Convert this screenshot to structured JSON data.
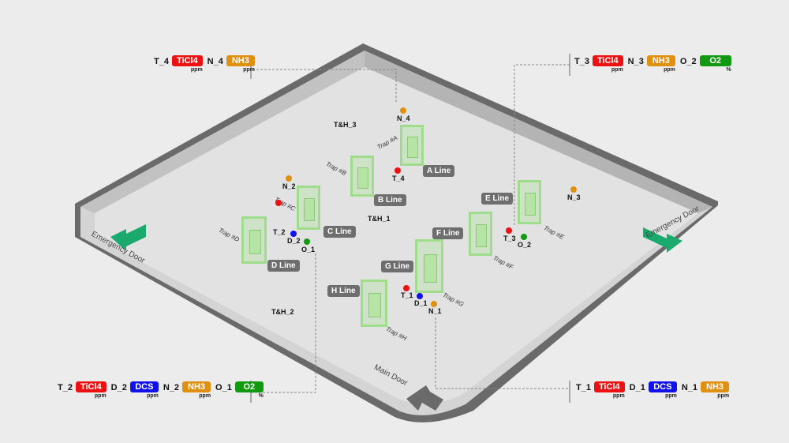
{
  "colors": {
    "TiCl4": "#ee1111",
    "DCS": "#1111ee",
    "NH3": "#e09010",
    "O2": "#119911",
    "line_label": "#6e6e6e",
    "machine": "#9fdc8c",
    "arrow": "#1aaa6e"
  },
  "panels": {
    "top_left": [
      {
        "id": "T_4",
        "gas": "TiCl4",
        "unit": "ppm"
      },
      {
        "id": "N_4",
        "gas": "NH3",
        "unit": "ppm"
      }
    ],
    "top_right": [
      {
        "id": "T_3",
        "gas": "TiCl4",
        "unit": "ppm"
      },
      {
        "id": "N_3",
        "gas": "NH3",
        "unit": "ppm"
      },
      {
        "id": "O_2",
        "gas": "O2",
        "unit": "%"
      }
    ],
    "bottom_left": [
      {
        "id": "T_2",
        "gas": "TiCl4",
        "unit": "ppm"
      },
      {
        "id": "D_2",
        "gas": "DCS",
        "unit": "ppm"
      },
      {
        "id": "N_2",
        "gas": "NH3",
        "unit": "ppm"
      },
      {
        "id": "O_1",
        "gas": "O2",
        "unit": "%"
      }
    ],
    "bottom_right": [
      {
        "id": "T_1",
        "gas": "TiCl4",
        "unit": "ppm"
      },
      {
        "id": "D_1",
        "gas": "DCS",
        "unit": "ppm"
      },
      {
        "id": "N_1",
        "gas": "NH3",
        "unit": "ppm"
      }
    ]
  },
  "lines": [
    "A Line",
    "B Line",
    "C Line",
    "D Line",
    "E Line",
    "F Line",
    "G Line",
    "H Line"
  ],
  "traps": [
    "Trap #A",
    "Trap #B",
    "Trap #C",
    "Trap #D",
    "Trap #E",
    "Trap #F",
    "Trap #G",
    "Trap #H"
  ],
  "th": [
    "T&H_1",
    "T&H_2",
    "T&H_3"
  ],
  "sensors": [
    "N_4",
    "T_4",
    "N_2",
    "T_2",
    "D_2",
    "O_1",
    "N_3",
    "T_3",
    "O_2",
    "T_1",
    "D_1",
    "N_1"
  ],
  "doors": {
    "left": "Emergency Door",
    "right": "Emergency Door",
    "main": "Main Door"
  }
}
